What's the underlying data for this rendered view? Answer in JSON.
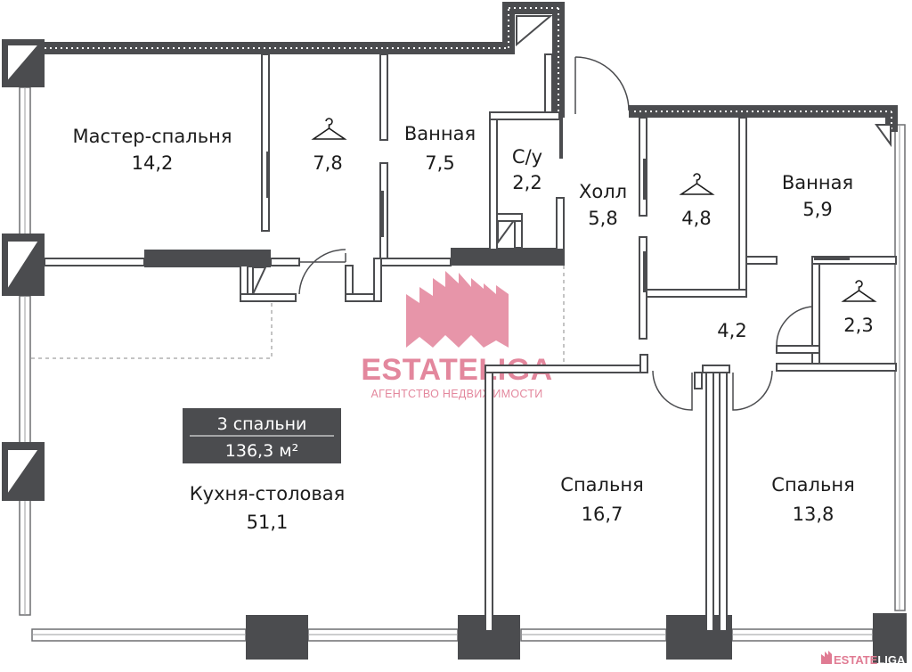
{
  "rooms": [
    {
      "id": "master-bedroom",
      "name": "Мастер-спальня",
      "area": "14,2"
    },
    {
      "id": "wardrobe-1",
      "name": "",
      "area": "7,8",
      "icon": "hanger-icon"
    },
    {
      "id": "bathroom-1",
      "name": "Ванная",
      "area": "7,5"
    },
    {
      "id": "wc",
      "name": "С/у",
      "area": "2,2"
    },
    {
      "id": "hall",
      "name": "Холл",
      "area": "5,8"
    },
    {
      "id": "wardrobe-2",
      "name": "",
      "area": "4,8",
      "icon": "hanger-icon"
    },
    {
      "id": "bathroom-2",
      "name": "Ванная",
      "area": "5,9"
    },
    {
      "id": "corridor",
      "name": "",
      "area": "4,2"
    },
    {
      "id": "wardrobe-3",
      "name": "",
      "area": "2,3",
      "icon": "hanger-icon"
    },
    {
      "id": "kitchen-dining",
      "name": "Кухня-столовая",
      "area": "51,1"
    },
    {
      "id": "bedroom-1",
      "name": "Спальня",
      "area": "16,7"
    },
    {
      "id": "bedroom-2",
      "name": "Спальня",
      "area": "13,8"
    }
  ],
  "summary": {
    "bedrooms": "3 спальни",
    "total_area": "136,3 м²"
  },
  "watermark": {
    "brand": "ESTATELIGA",
    "tagline": "АГЕНТСТВО НЕДВИЖИМОСТИ"
  },
  "corner_logo": {
    "part1": "ESTATE",
    "part2": "LIGA"
  },
  "colors": {
    "wall": "#4b4c4f",
    "accent": "#d2607d",
    "badge": "#4b4c4f"
  }
}
